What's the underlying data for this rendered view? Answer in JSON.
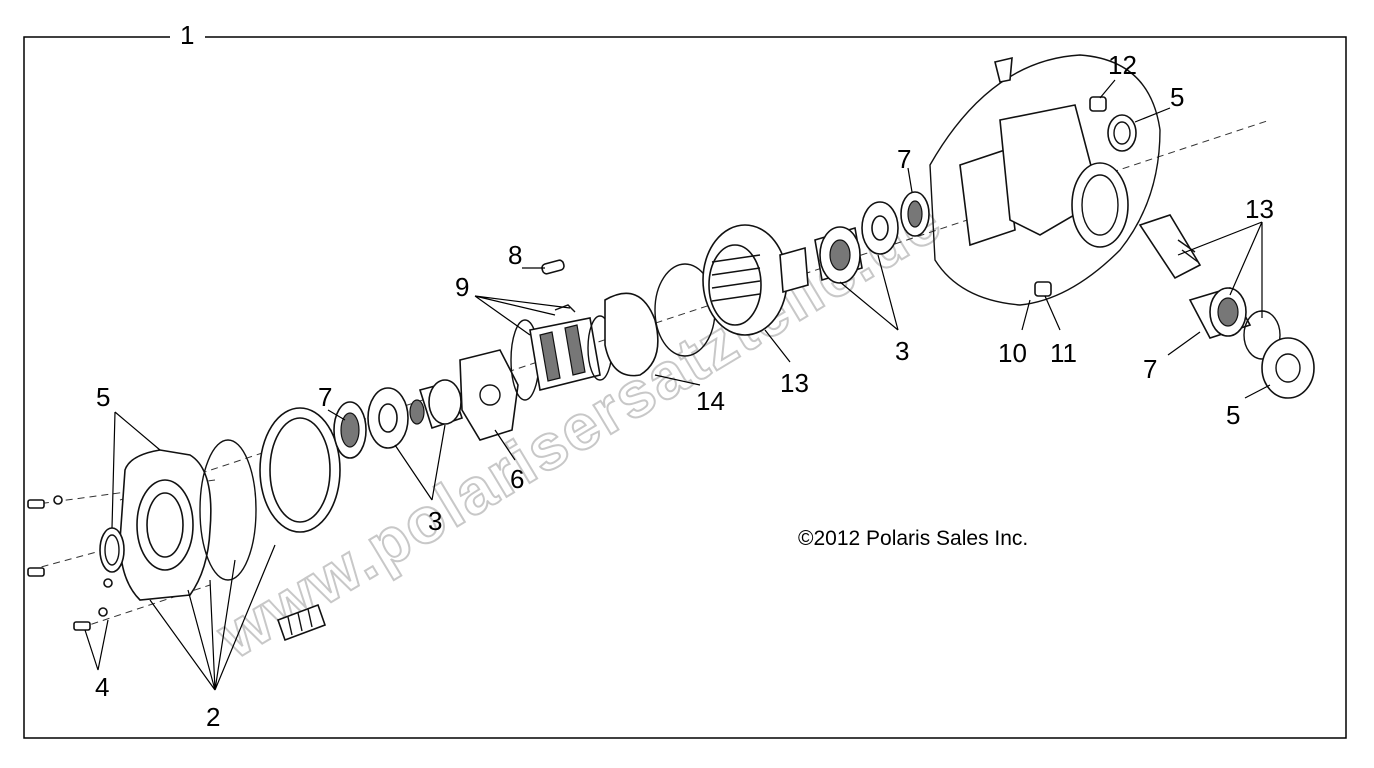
{
  "diagram": {
    "assembly_callout": "1",
    "callouts": {
      "c2": "2",
      "c3a": "3",
      "c3b": "3",
      "c4": "4",
      "c5a": "5",
      "c5b": "5",
      "c5c": "5",
      "c6": "6",
      "c7a": "7",
      "c7b": "7",
      "c7c": "7",
      "c8": "8",
      "c9": "9",
      "c10": "10",
      "c11": "11",
      "c12": "12",
      "c13a": "13",
      "c13b": "13",
      "c14": "14"
    },
    "copyright": "©2012 Polaris Sales Inc.",
    "watermark": "www.polarisersatzteile.de"
  }
}
